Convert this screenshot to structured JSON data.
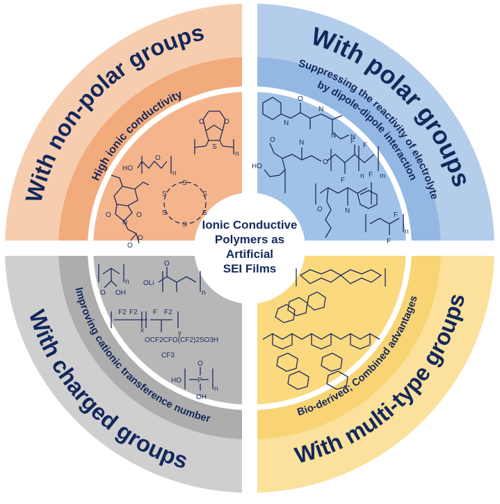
{
  "center": {
    "line1": "Ionic Conductive",
    "line2": "Polymers as",
    "line3": "Artificial",
    "line4": "SEI Films"
  },
  "quadrants": {
    "nonpolar": {
      "title": "With non-polar groups",
      "subtitle": "High ionic conductivity",
      "chem_labels": [
        "HO",
        "n",
        "n",
        "O",
        "O",
        "S",
        "N",
        "O",
        "O",
        "O",
        "O",
        "O",
        "S",
        "S",
        "S",
        "S",
        "S",
        "S"
      ]
    },
    "polar": {
      "title": "With polar groups",
      "subtitle_line1": "Suppressing the reactivity of electrolyte",
      "subtitle_line2": "by dipole-dipole interaction",
      "chem_labels": [
        "N",
        "N",
        "N",
        "N",
        "O",
        "O",
        "O",
        "HO",
        "N",
        "F",
        "F",
        "F",
        "F",
        "n",
        "m",
        "O",
        "N",
        "F",
        "F",
        "n"
      ]
    },
    "charged": {
      "title": "With charged groups",
      "subtitle": "Improving cationic transference number",
      "chem_labels": [
        "O",
        "OH",
        "n",
        "OLi",
        "O",
        "n",
        "F2",
        "F2",
        "F",
        "F2",
        "x",
        "y",
        "OCF2CFO(CF2)2SO3H",
        "CF3",
        "HO",
        "P",
        "O",
        "OH",
        "n"
      ]
    },
    "multi": {
      "title": "With multi-type groups",
      "subtitle": "Bio-derived; Combined advantages"
    }
  },
  "colors": {
    "nonpolar_outer": "#f7cdb0",
    "nonpolar_mid": "#f2ab7c",
    "polar_outer": "#b3cdea",
    "polar_mid": "#93b8e3",
    "charged_outer": "#cfcfcf",
    "charged_mid": "#adadad",
    "multi_outer": "#fbe19b",
    "multi_mid": "#f8d474",
    "text": "#13285c"
  }
}
